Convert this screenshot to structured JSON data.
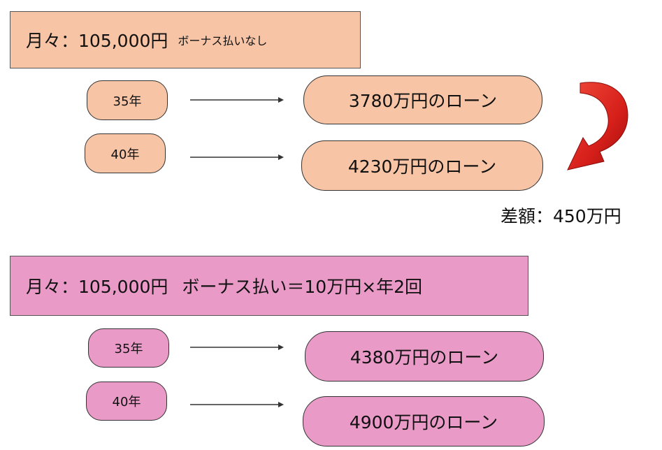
{
  "section1": {
    "header_main": "月々：105,000円",
    "header_sub": "ボーナス払いなし",
    "terms": [
      "35年",
      "40年"
    ],
    "loans": [
      "3780万円のローン",
      "4230万円のローン"
    ],
    "fill": "#f7c4a5"
  },
  "difference": "差額：450万円",
  "section2": {
    "header_main": "月々：105,000円",
    "header_sub": "ボーナス払い＝10万円×年2回",
    "terms": [
      "35年",
      "40年"
    ],
    "loans": [
      "4380万円のローン",
      "4900万円のローン"
    ],
    "fill": "#e99ac7"
  },
  "curved_arrow": {
    "icon": "curved-arrow-icon",
    "color": "#d9231e"
  }
}
